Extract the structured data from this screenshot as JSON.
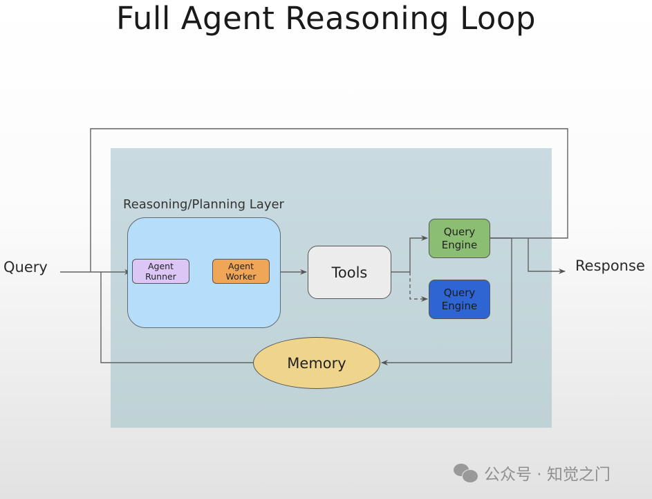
{
  "title": "Full Agent Reasoning Loop",
  "diagram": {
    "layer_label": "Reasoning/Planning Layer",
    "input_label": "Query",
    "output_label": "Response",
    "nodes": {
      "agent_runner": "Agent\nRunner",
      "agent_worker": "Agent\nWorker",
      "tools": "Tools",
      "query_engine_1": "Query\nEngine",
      "query_engine_2": "Query\nEngine",
      "memory": "Memory"
    },
    "colors": {
      "panel": "#c9dbe0",
      "reasoning_layer": "#b6ddf9",
      "agent_runner": "#dcc6f6",
      "agent_worker": "#f0a657",
      "tools": "#ececec",
      "query_engine_1": "#8bbe72",
      "query_engine_2": "#2f65d2",
      "memory": "#efd58b"
    }
  },
  "watermark": {
    "icon": "wechat-icon",
    "text": "公众号 · 知觉之门"
  }
}
